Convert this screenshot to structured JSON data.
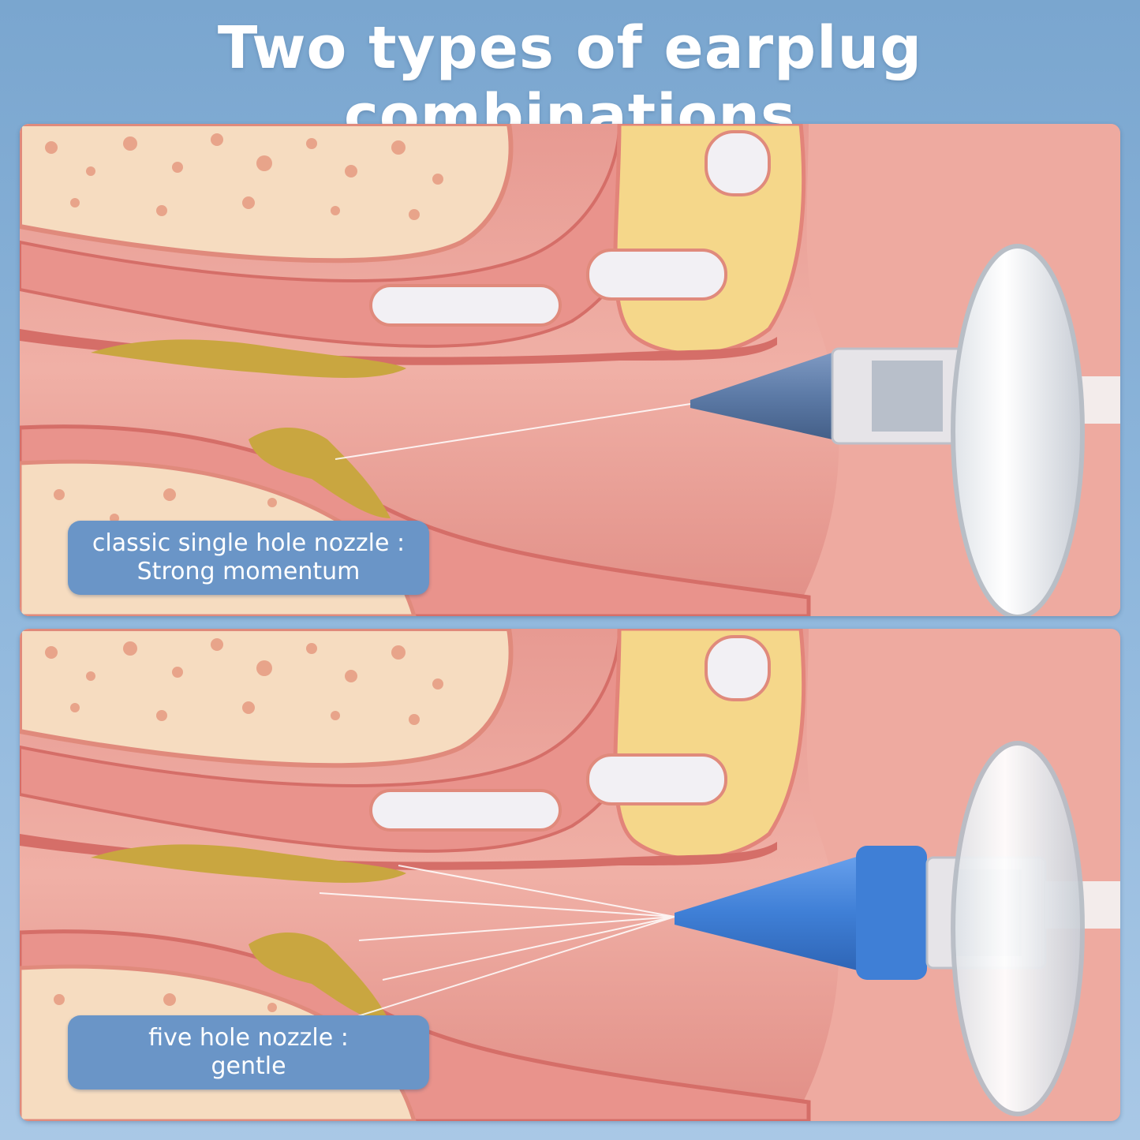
{
  "page": {
    "title": "Two types of earplug combinations"
  },
  "panels": [
    {
      "nozzle": "single-hole",
      "label_line1": "classic single hole nozzle :",
      "label_line2": "Strong momentum",
      "nozzle_color": "#5c7aa6"
    },
    {
      "nozzle": "five-hole",
      "label_line1": "five hole nozzle :",
      "label_line2": "gentle",
      "nozzle_color": "#3f7fd6"
    }
  ],
  "colors": {
    "background": "#8fb7dc",
    "label_box": "#6a95c7",
    "tissue": "#f1b3a8",
    "bone": "#f6dcc0",
    "wax": "#c9a640"
  }
}
